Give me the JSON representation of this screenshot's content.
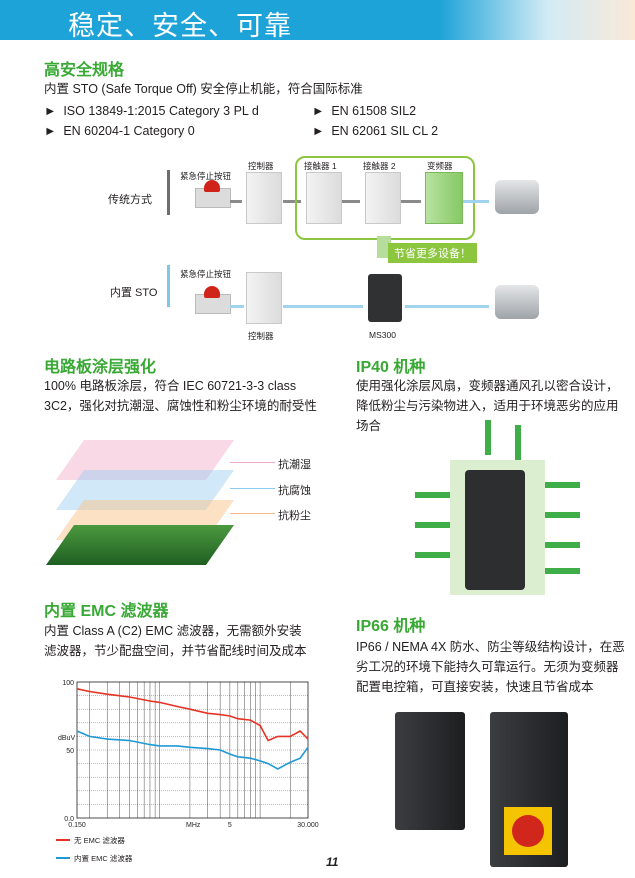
{
  "header": {
    "title": "稳定、安全、可靠"
  },
  "sto": {
    "heading": "高安全规格",
    "intro": "内置 STO (Safe Torque Off) 安全停止机能，符合国际标准",
    "standards": [
      "ISO 13849-1:2015 Category 3 PL d",
      "EN 61508 SIL2",
      "EN 60204-1 Category 0",
      "EN 62061 SIL CL 2"
    ],
    "bullet_glyph": "►"
  },
  "diagram": {
    "traditional_label": "传统方式",
    "builtin_label": "内置 STO",
    "estop_label": "紧急停止按钮",
    "controller_label": "控制器",
    "contactor1_label": "接触器 1",
    "contactor2_label": "接触器 2",
    "inverter_label": "变频器",
    "save_label": "节省更多设备！",
    "ms300_label": "MS300"
  },
  "coating": {
    "heading": "电路板涂层强化",
    "text": "100% 电路板涂层，符合 IEC 60721-3-3 class 3C2，强化对抗潮湿、腐蚀性和粉尘环境的耐受性",
    "layers": [
      "抗潮湿",
      "抗腐蚀",
      "抗粉尘"
    ]
  },
  "ip40": {
    "heading": "IP40 机种",
    "text": "使用强化涂层风扇，变频器通风孔以密合设计，降低粉尘与污染物进入，适用于环境恶劣的应用场合"
  },
  "emc": {
    "heading": "内置 EMC 滤波器",
    "text": "内置 Class A (C2) EMC 滤波器，无需额外安装滤波器，节少配盘空间，并节省配线时间及成本"
  },
  "ip66": {
    "heading": "IP66 机种",
    "text": "IP66 / NEMA 4X 防水、防尘等级结构设计，在恶劣工况的环境下能持久可靠运行。无须为变频器配置电控箱，可直接安装，快速且节省成本"
  },
  "colors": {
    "blue": "#1ea3d8",
    "green": "#39a935",
    "red_series": "#e63323",
    "blue_series": "#1d9ad6"
  },
  "chart_data": {
    "type": "line",
    "ylabel": "dBuV",
    "xlabel": "MHz",
    "x_scale": "log",
    "xlim": [
      0.15,
      30
    ],
    "ylim": [
      0,
      100
    ],
    "x_ticks": [
      "0.150",
      "5",
      "30.000"
    ],
    "y_ticks": [
      "100",
      "50",
      "0.0"
    ],
    "legend_placement": "bottom",
    "series": [
      {
        "name": "无 EMC 滤波器",
        "color": "#e63323",
        "x": [
          0.15,
          0.2,
          0.3,
          0.5,
          0.8,
          1,
          1.5,
          2,
          3,
          4,
          5,
          6,
          8,
          10,
          12,
          15,
          20,
          25,
          30
        ],
        "values": [
          95,
          93,
          91,
          89,
          86,
          85,
          82,
          80,
          77,
          76,
          75,
          73,
          72,
          68,
          57,
          60,
          60,
          64,
          58
        ]
      },
      {
        "name": "内置 EMC 滤波器",
        "color": "#1d9ad6",
        "x": [
          0.15,
          0.2,
          0.3,
          0.5,
          0.8,
          1,
          1.5,
          2,
          3,
          4,
          5,
          6,
          8,
          10,
          12,
          15,
          20,
          25,
          30
        ],
        "values": [
          64,
          60,
          58,
          57,
          54,
          53,
          53,
          52,
          51,
          50,
          47,
          45,
          44,
          42,
          40,
          36,
          41,
          44,
          52
        ]
      }
    ]
  },
  "page": {
    "number": "11"
  }
}
